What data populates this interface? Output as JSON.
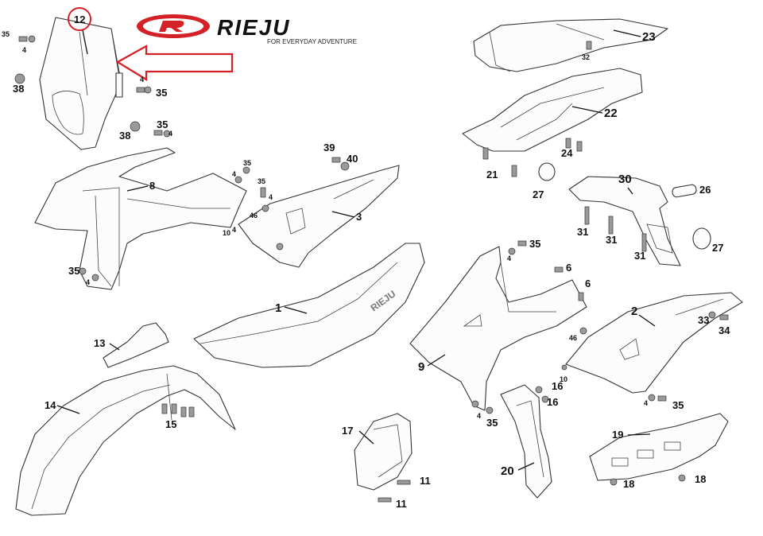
{
  "brand": {
    "logo_text": "RIEJU",
    "tagline": "FOR EVERYDAY ADVENTURE",
    "accent_color": "#d42027"
  },
  "highlight": {
    "part_number": "12",
    "circle_color": "#d42027",
    "arrow_color": "#d42027"
  },
  "callouts": {
    "p1": "1",
    "p2": "2",
    "p3": "3",
    "p6a": "6",
    "p6b": "6",
    "p8": "8",
    "p9": "9",
    "p12": "12",
    "p13": "13",
    "p14": "14",
    "p15": "15",
    "p16a": "16",
    "p16b": "16",
    "p17": "17",
    "p18a": "18",
    "p18b": "18",
    "p19": "19",
    "p20": "20",
    "p21": "21",
    "p22": "22",
    "p23": "23",
    "p24": "24",
    "p26": "26",
    "p27a": "27",
    "p27b": "27",
    "p30": "30",
    "p31a": "31",
    "p31b": "31",
    "p31c": "31",
    "p32": "32",
    "p33": "33",
    "p34": "34",
    "p35a": "35",
    "p35b": "35",
    "p35c": "35",
    "p35d": "35",
    "p35e": "35",
    "p35f": "35",
    "p35g": "35",
    "p35h": "35",
    "p35i": "35",
    "p38a": "38",
    "p38b": "38",
    "p39": "39",
    "p40": "40",
    "p11a": "11",
    "p11b": "11",
    "p4a": "4",
    "p4b": "4",
    "p4c": "4",
    "p4d": "4",
    "p4e": "4",
    "p4f": "4",
    "p4g": "4",
    "p4h": "4",
    "p4i": "4",
    "p4j": "4",
    "p10a": "10",
    "p10b": "10",
    "p46a": "46",
    "p46b": "46"
  }
}
